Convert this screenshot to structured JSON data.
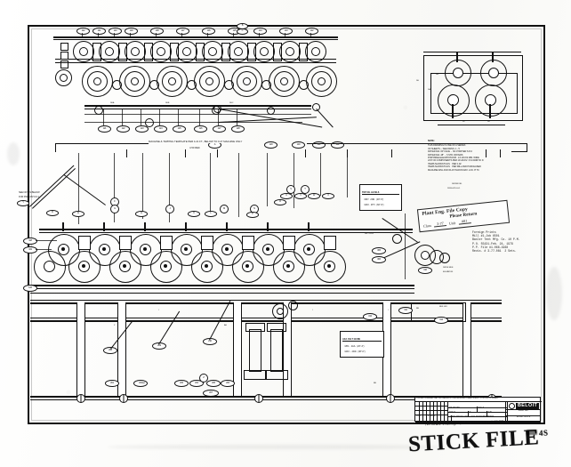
{
  "document": {
    "type": "engineering-blueprint-scan",
    "sheet_title": "STICK FILE",
    "sheet_title_suffix": "4S",
    "subject": "Paper Machine Dryer / Press Section Arrangement",
    "manufacturer": "BELOIT"
  },
  "stamp": {
    "line1": "Plant Eng. File Copy",
    "line2": "Please Return",
    "field1_label": "Class",
    "field1_value": "3-77",
    "field2_label": "Unit",
    "field2_value": "#81"
  },
  "typed_note": {
    "lines": [
      "Foreign Prints",
      "Mill #1-Job 6501",
      "Basler Tent Mfg. Co. 10 P.M.",
      "P.O. 55431-Feb. 24, 1979",
      "P.P. File #1-066-1968",
      "Revis. # 3-77-081  2 Sets."
    ]
  },
  "notes_block": {
    "heading": "NOTE:",
    "lines": [
      "THIS DRAWING IS ONE OF A SERIES",
      "OF SHEETS -- SEE DWGS. 1 - 5",
      "DRYER DIA. 60\" FACE  -  60'-0\"/DRYER 6.0'-0",
      "DRYER DIA. 48\"  -  6 STD. DRYERS",
      "PORTABLE ELEVATION DIM.  1.0'-20.0'/2 MIN. WIDE",
      "LIST OF COMPONENTS PER 10'-20.0'/2 '-0'-0.0/DRYR. D",
      "ITEMS SHOWN THUS    PER 1.02",
      "ITEMS SHOWN THUS    PER MILL AND PURCHASED",
      "MACHINE WILL RUN FLAT IN-RUN MAX. LOC. 8' TC"
    ]
  },
  "left_note": {
    "lines": [
      "SEE NOTES BELOW",
      "FOR DWG-067-0-0-1"
    ]
  },
  "dimension_note": {
    "text": "MACHINE & TAPPING TEMPLATE PER 4.21 FT., BELOW TO 0.27 MACHINE ONLY",
    "sub_text": "4.50 REF."
  },
  "legend_box_upper": {
    "title": "TOP OIL LEVELS",
    "rows": [
      "DRY.  2ND.  (48\"-6\")",
      "MAX.  4TH.  (60\"-9\")"
    ]
  },
  "legend_box_lower": {
    "title": "ADJ. FELT GUIDE",
    "rows": [
      "MIN. - 2AA.  (20\"-4\")",
      "MAX. - 2DD.  (38\"-6\")"
    ]
  },
  "detail_view": {
    "label": "DRYER FEL",
    "sublabel": "DWG-067-0-0-1"
  },
  "title_block": {
    "manufacturer": "BELOIT",
    "top_strip": "CONTRACTOR AGREES THAT THIS DRAWING IS CONFIDENTIAL AND LOANED SUBJECT TO RETURN ON DEMAND",
    "fields": [
      {
        "label": "SCALE",
        "value": "AS NOTED"
      },
      {
        "label": "DATE",
        "value": "2-24-79"
      },
      {
        "label": "DRAWN",
        "value": "R.W.S."
      },
      {
        "label": "CHK'D",
        "value": "J.K."
      },
      {
        "label": "APPR.",
        "value": "T.L.M."
      },
      {
        "label": "SHEET",
        "value": "1 OF 5"
      }
    ],
    "description": "DRYER SECT. ELEV.",
    "dwg_no_label": "DWG. NO.",
    "dwg_no": "M-367-4-2-1",
    "job_no": "3-77",
    "rev_note": "NO SCALE TRACING - FULL SIZE IN OBJECT"
  },
  "scale_note": "No Scale Tracing - FULL SIZE IN OBJECT",
  "callouts": {
    "top_row_upper": [
      "142",
      "141",
      "140",
      "139",
      "138",
      "137",
      "136",
      "135",
      "134",
      "133",
      "132",
      "131"
    ],
    "top_row_lower": [
      "121",
      "122",
      "123",
      "124",
      "125",
      "126",
      "127",
      "128",
      "129",
      "130"
    ],
    "press_left": [
      "118",
      "119"
    ],
    "misc": [
      "A",
      "B",
      "C",
      "D",
      "E",
      "F",
      "G",
      "H",
      "J",
      "K",
      "L",
      "M",
      "N",
      "P",
      "R",
      "S",
      "T"
    ]
  },
  "colors": {
    "ink": "#101010",
    "paper": "#fdfdfc",
    "stamp_ink": "#1d1d1d"
  }
}
